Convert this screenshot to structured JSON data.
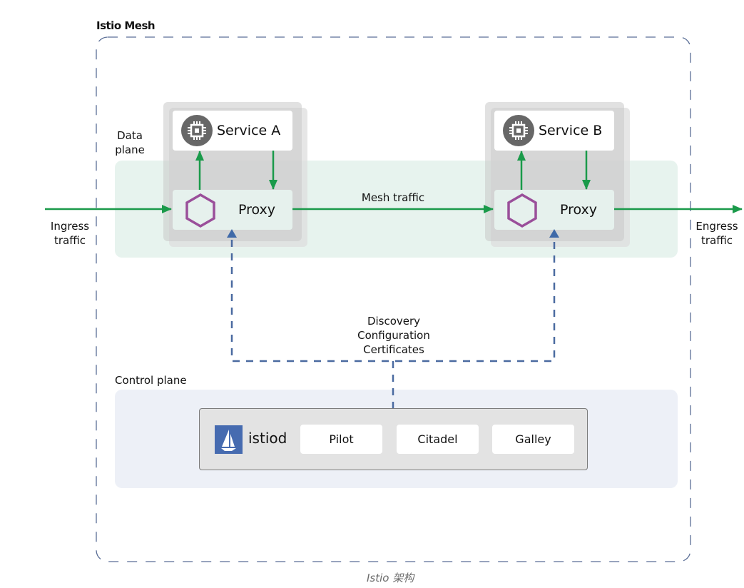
{
  "diagram": {
    "title": "Istio Mesh",
    "caption": "Istio 架构",
    "colors": {
      "traffic_arrow": "#1a9a4a",
      "control_link": "#4a6aa0",
      "mesh_border": "#5a6e96",
      "proxy_icon": "#9a4f9a",
      "data_plane_bg": "#e7f3ee",
      "control_plane_bg": "#edf0f7",
      "istio_logo": "#466bb0"
    },
    "data_plane": {
      "label_line1": "Data",
      "label_line2": "plane"
    },
    "control_plane": {
      "label": "Control plane"
    },
    "services": [
      {
        "name": "Service A",
        "icon": "chip-icon",
        "proxy_label": "Proxy",
        "proxy_icon": "hexagon-icon"
      },
      {
        "name": "Service B",
        "icon": "chip-icon",
        "proxy_label": "Proxy",
        "proxy_icon": "hexagon-icon"
      }
    ],
    "edges": {
      "ingress_line1": "Ingress",
      "ingress_line2": "traffic",
      "egress_line1": "Engress",
      "egress_line2": "traffic",
      "mesh_traffic": "Mesh traffic",
      "control_flow": [
        "Discovery",
        "Configuration",
        "Certificates"
      ]
    },
    "istiod": {
      "label": "istiod",
      "logo_icon": "sailboat-icon",
      "components": [
        "Pilot",
        "Citadel",
        "Galley"
      ]
    }
  }
}
